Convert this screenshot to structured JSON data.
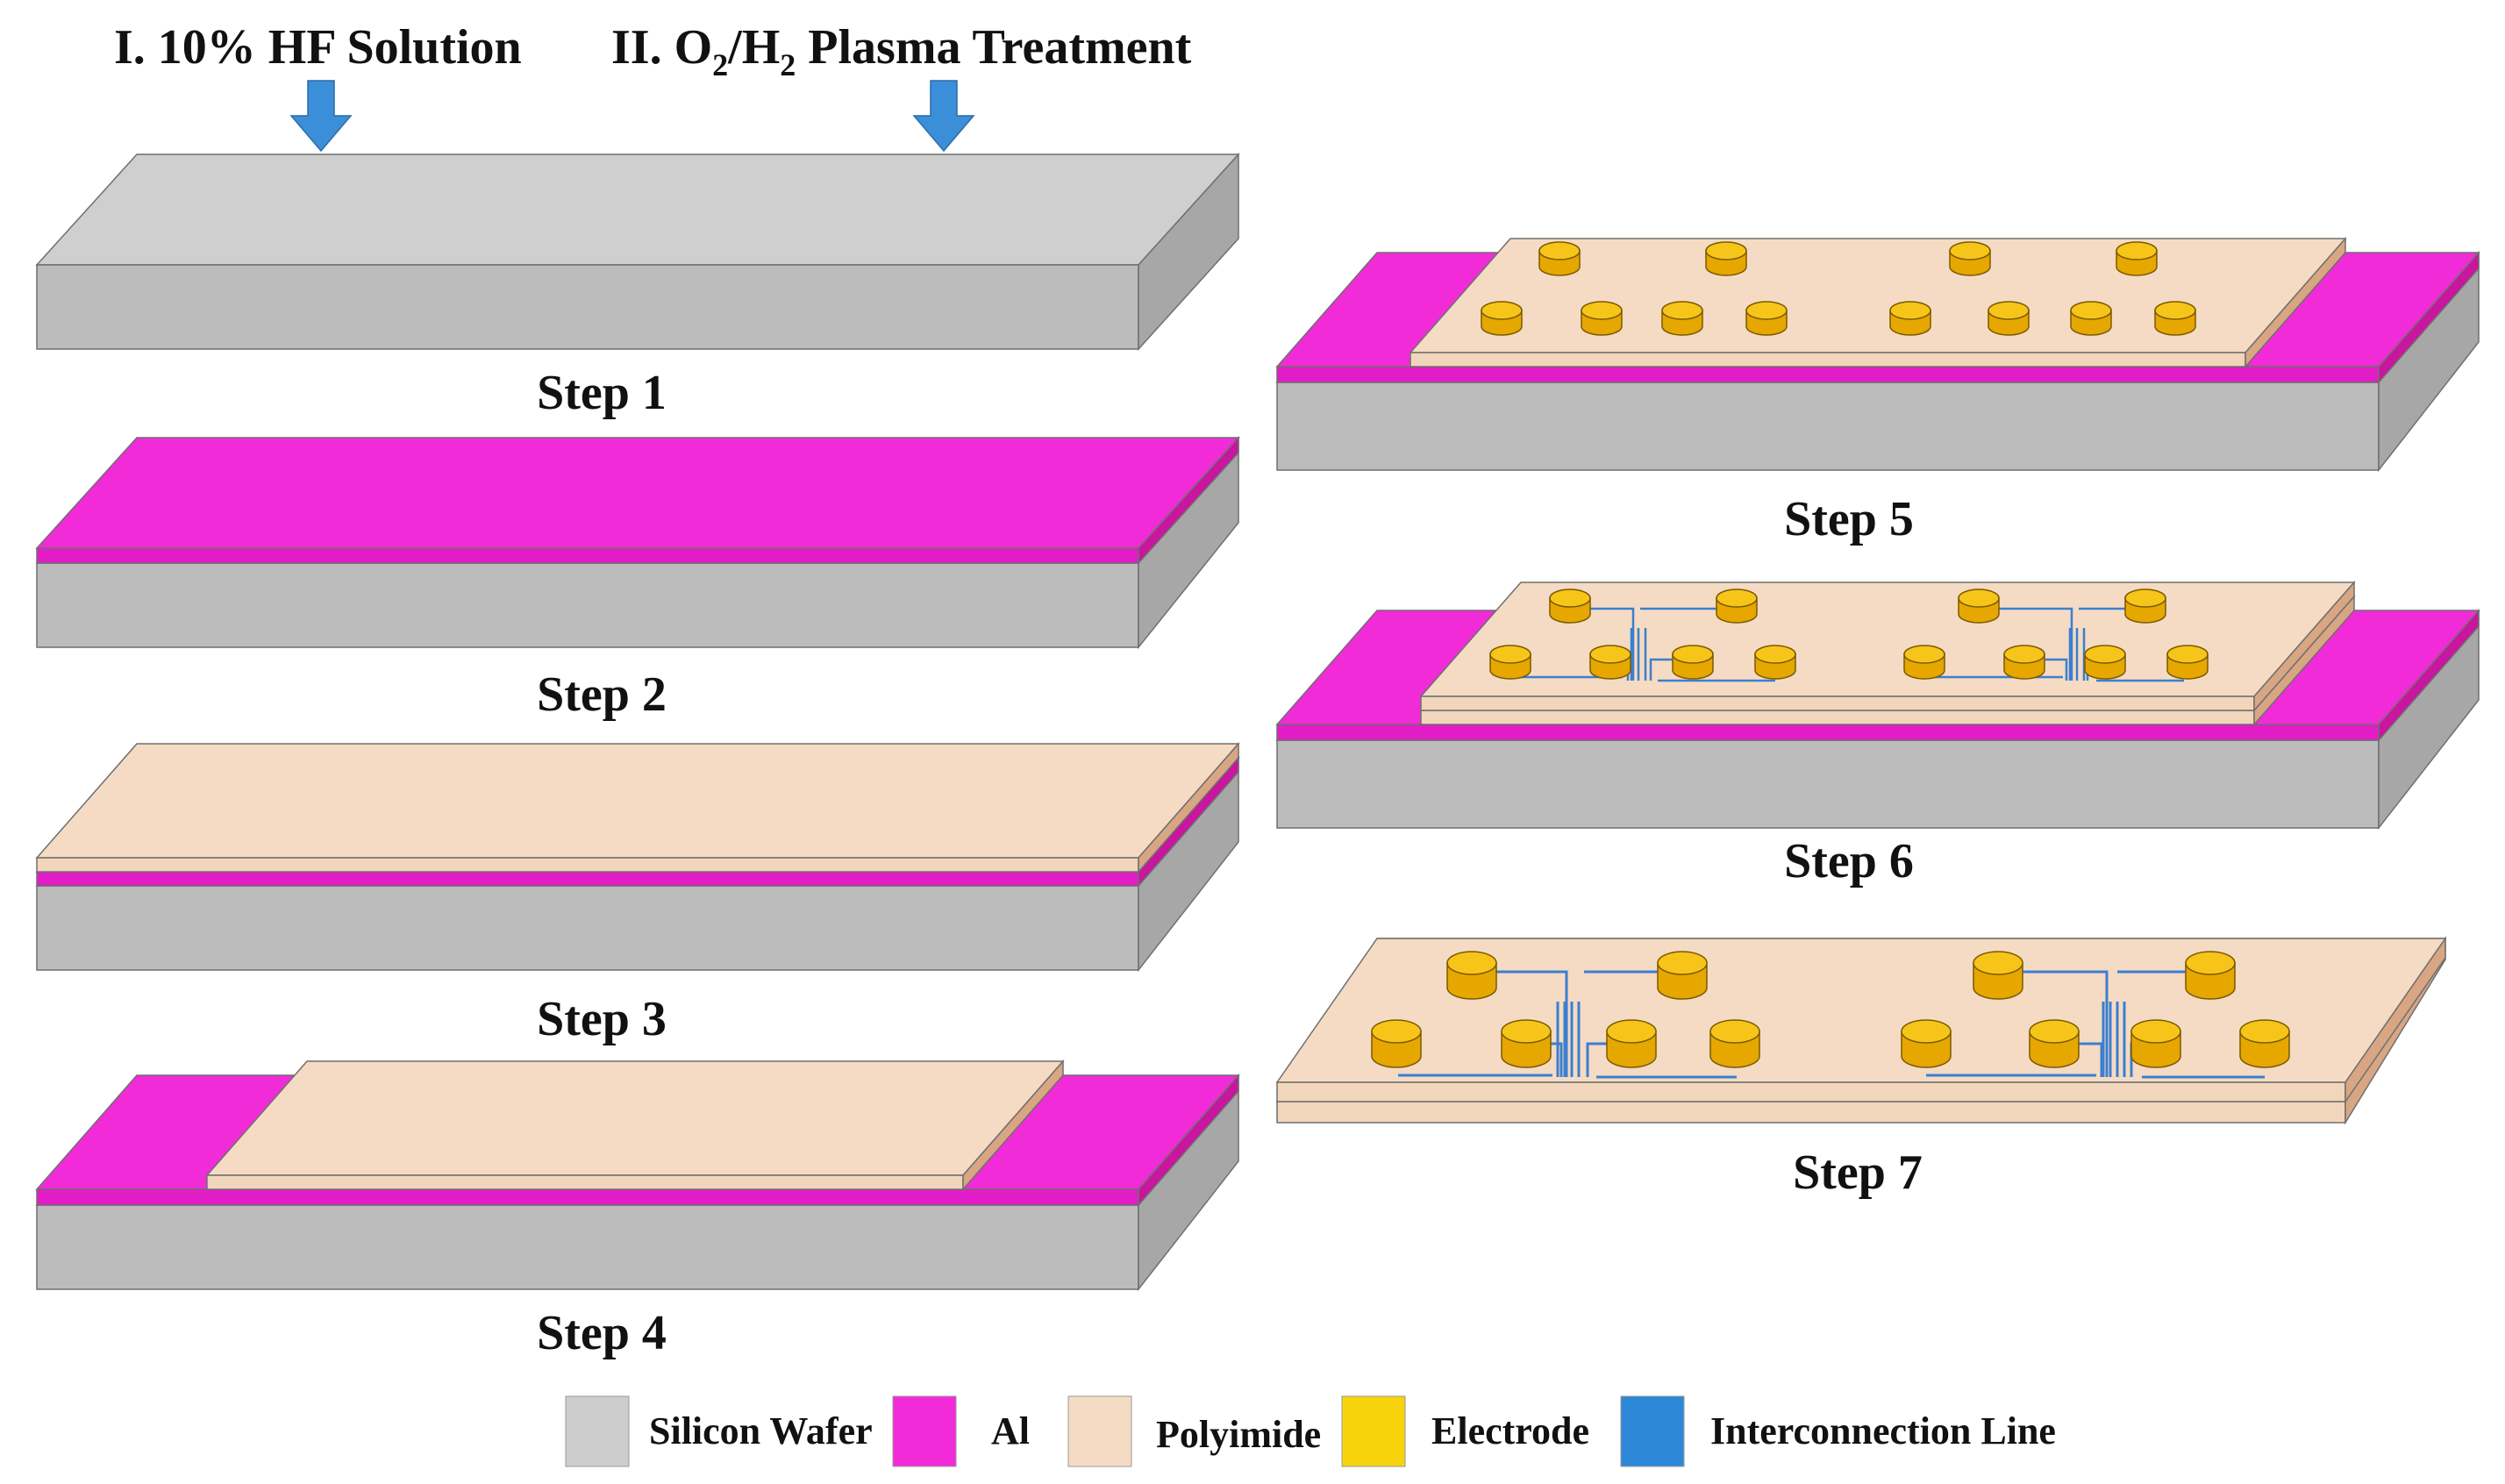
{
  "header": {
    "treatment1": "I. 10% HF Solution",
    "treatment2_prefix": "II. O",
    "treatment2_sub1": "2",
    "treatment2_mid": "/H",
    "treatment2_sub2": "2",
    "treatment2_suffix": " Plasma Treatment"
  },
  "steps": [
    "Step 1",
    "Step 2",
    "Step 3",
    "Step 4",
    "Step 5",
    "Step 6",
    "Step 7"
  ],
  "legend": [
    {
      "label": "Silicon Wafer",
      "color": "#cdcdcd"
    },
    {
      "label": "Al",
      "color": "#f22bd8"
    },
    {
      "label": "Polyimide",
      "color": "#f5dbc3"
    },
    {
      "label": "Electrode",
      "color": "#f7d30c"
    },
    {
      "label": "Interconnection Line",
      "color": "#2d87d8"
    }
  ],
  "colors": {
    "wafer_top": "#cfcfcf",
    "wafer_front": "#bcbcbc",
    "wafer_side": "#a7a7a7",
    "al_top": "#f22bd8",
    "al_front": "#e21dc8",
    "al_side": "#c9159f",
    "pi_top": "#f5dbc3",
    "pi_front": "#f2d6bb",
    "pi_side": "#d8a683",
    "electrode_top": "#f7c51a",
    "electrode_side": "#e6a700",
    "line": "#3b7fd0",
    "arrow": "#3a8fd8"
  }
}
